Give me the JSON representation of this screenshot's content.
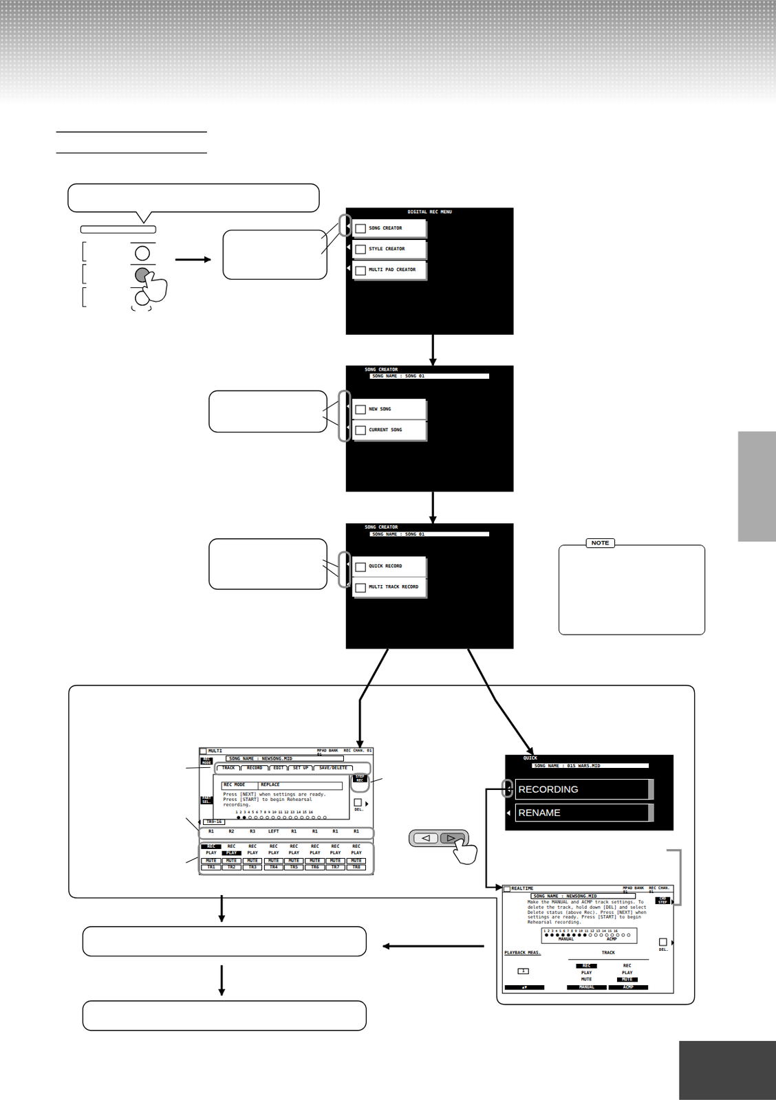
{
  "diagram": {
    "nodes": [
      {
        "text": [
          "DIGITAL REC MENU"
        ]
      },
      {
        "text": [
          "SONG CREATOR"
        ],
        "in": 0
      },
      {
        "text": [
          "STYLE CREATOR"
        ],
        "in": 0
      },
      {
        "text": [
          "MULTI PAD CREATOR"
        ],
        "in": 0
      },
      {
        "text": [
          "SONG CREATOR",
          "SONG NAME : SONG 01"
        ]
      },
      {
        "text": [
          "NEW SONG"
        ],
        "in": 4
      },
      {
        "text": [
          "CURRENT SONG"
        ],
        "in": 4
      },
      {
        "text": [
          "SONG CREATOR",
          "SONG NAME : SONG 01"
        ]
      },
      {
        "text": [
          "QUICK RECORD"
        ],
        "in": 7
      },
      {
        "text": [
          "MULTI TRACK RECORD"
        ],
        "in": 7
      },
      {
        "text": [
          "NOTE"
        ]
      },
      {
        "text": [
          "MULTI",
          "SONG NAME : NEWSONG.MID",
          "Press [NEXT] when settings are ready. Press [START] to begin Rehearsal recording."
        ]
      },
      {
        "text": [
          "QUICK",
          "SONG NAME : 01S_WARS.MID"
        ]
      },
      {
        "text": [
          "RECORDING"
        ],
        "in": 12
      },
      {
        "text": [
          "RENAME"
        ],
        "in": 12
      },
      {
        "text": [
          "REALTIME",
          "SONG NAME : NEWSONG.MID",
          "Make the MANUAL and ACMP track settings. To delete the track, hold down [DEL] and select Delete status (above Rec). Press [NEXT] when settings are ready. Press [START] to begin Rehearsal recording."
        ]
      }
    ],
    "edges": [
      {
        "from": 0,
        "to": 4,
        "arrow": "to"
      },
      {
        "from": 4,
        "to": 7,
        "arrow": "to"
      },
      {
        "from": 7,
        "to": 11,
        "arrow": "to"
      },
      {
        "from": 7,
        "to": 12,
        "arrow": "to"
      },
      {
        "from": 13,
        "to": 15,
        "arrow": "to"
      }
    ],
    "labels": [
      "MPAD BANK 01",
      "REC CHAN. 01",
      "REC MODE",
      "PART SEL.",
      "STEP REC",
      "DEL.",
      "TR9~16",
      "TRACK",
      "RECORD",
      "EDIT",
      "SET UP",
      "SAVE/DELETE",
      "REC MODE",
      "REPLACE",
      "1 2 3 4 5 6 7 8 9 10 11 12 13 14 15 16",
      "R1",
      "R2",
      "R3",
      "LEFT",
      "R1",
      "R1",
      "R1",
      "R1",
      "REC",
      "REC",
      "REC",
      "REC",
      "REC",
      "REC",
      "REC",
      "REC",
      "PLAY",
      "PLAY",
      "PLAY",
      "PLAY",
      "PLAY",
      "PLAY",
      "PLAY",
      "PLAY",
      "MUTE",
      "MUTE",
      "MUTE",
      "MUTE",
      "MUTE",
      "MUTE",
      "MUTE",
      "MUTE",
      "TR1",
      "TR2",
      "TR3",
      "TR4",
      "TR5",
      "TR6",
      "TR7",
      "TR8",
      "MPAD BANK 01",
      "REC CHAN. 01",
      "1 2 3 4 5 6 7 8 9 10 11 12 13 14 15 16",
      "MANUAL",
      "ACMP",
      "CHD STEP",
      "DEL.",
      "PLAYBACK MEAS.",
      "TRACK",
      "1",
      "REC",
      "PLAY",
      "MUTE",
      "REC",
      "PLAY",
      "MUTE",
      "▲▼",
      "MANUAL",
      "ACMP"
    ]
  }
}
